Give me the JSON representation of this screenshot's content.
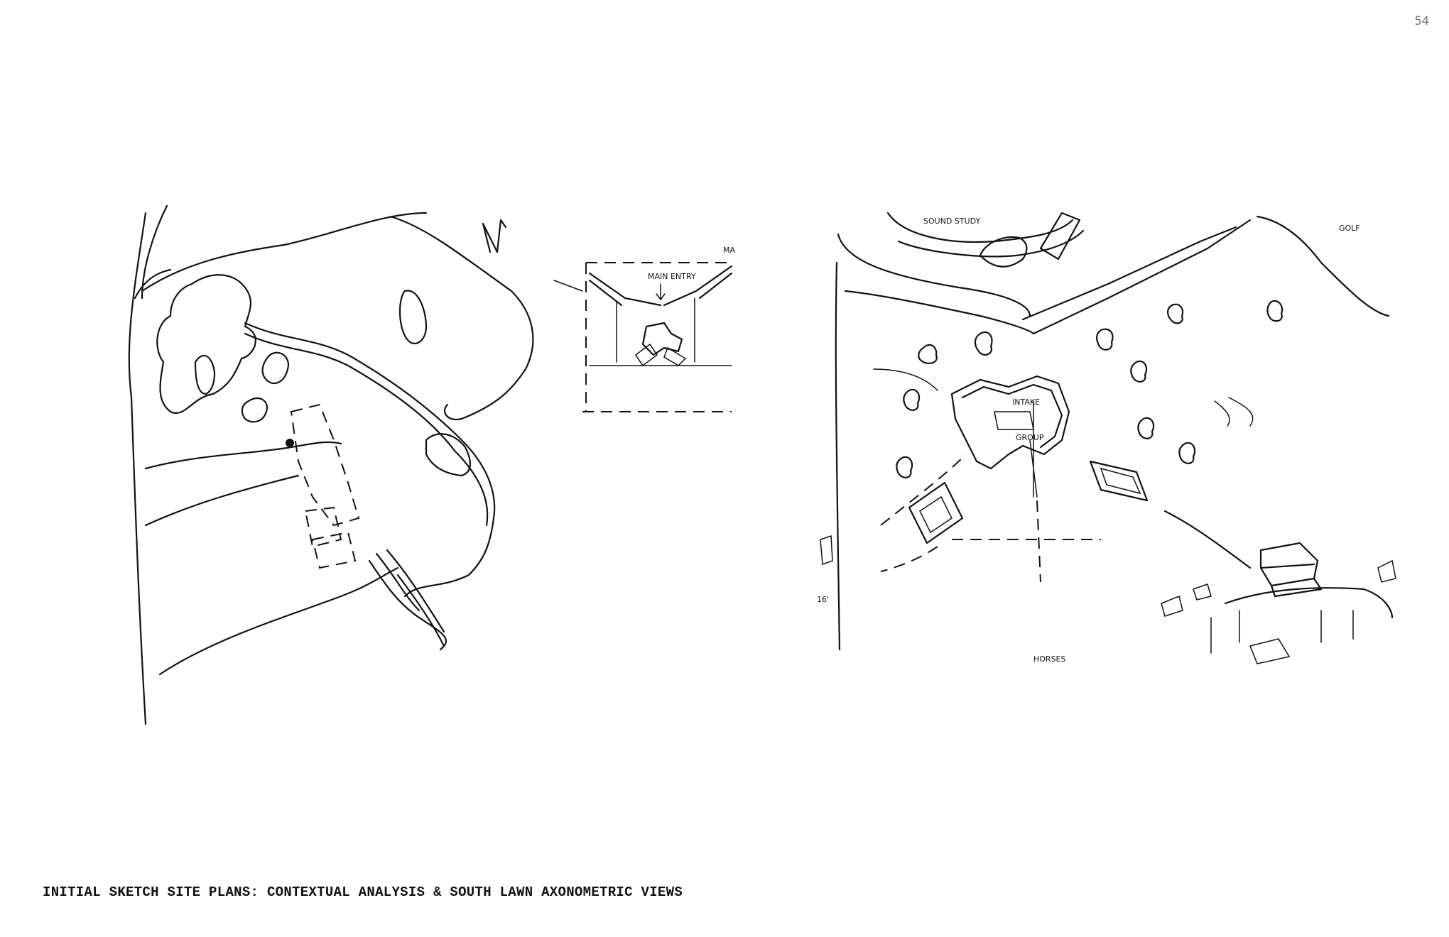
{
  "page": {
    "number": "54",
    "caption": "INITIAL SKETCH SITE PLANS: CONTEXTUAL ANALYSIS & SOUTH LAWN AXONOMETRIC VIEWS"
  },
  "sketch_labels": {
    "main_entry": "MAIN ENTRY",
    "sound_study": "SOUND STUDY",
    "golf": "GOLF",
    "intake": "INTAKE",
    "group": "GROUP",
    "horses": "HORSES",
    "corner_tag": "MA",
    "dimension": "16'"
  }
}
